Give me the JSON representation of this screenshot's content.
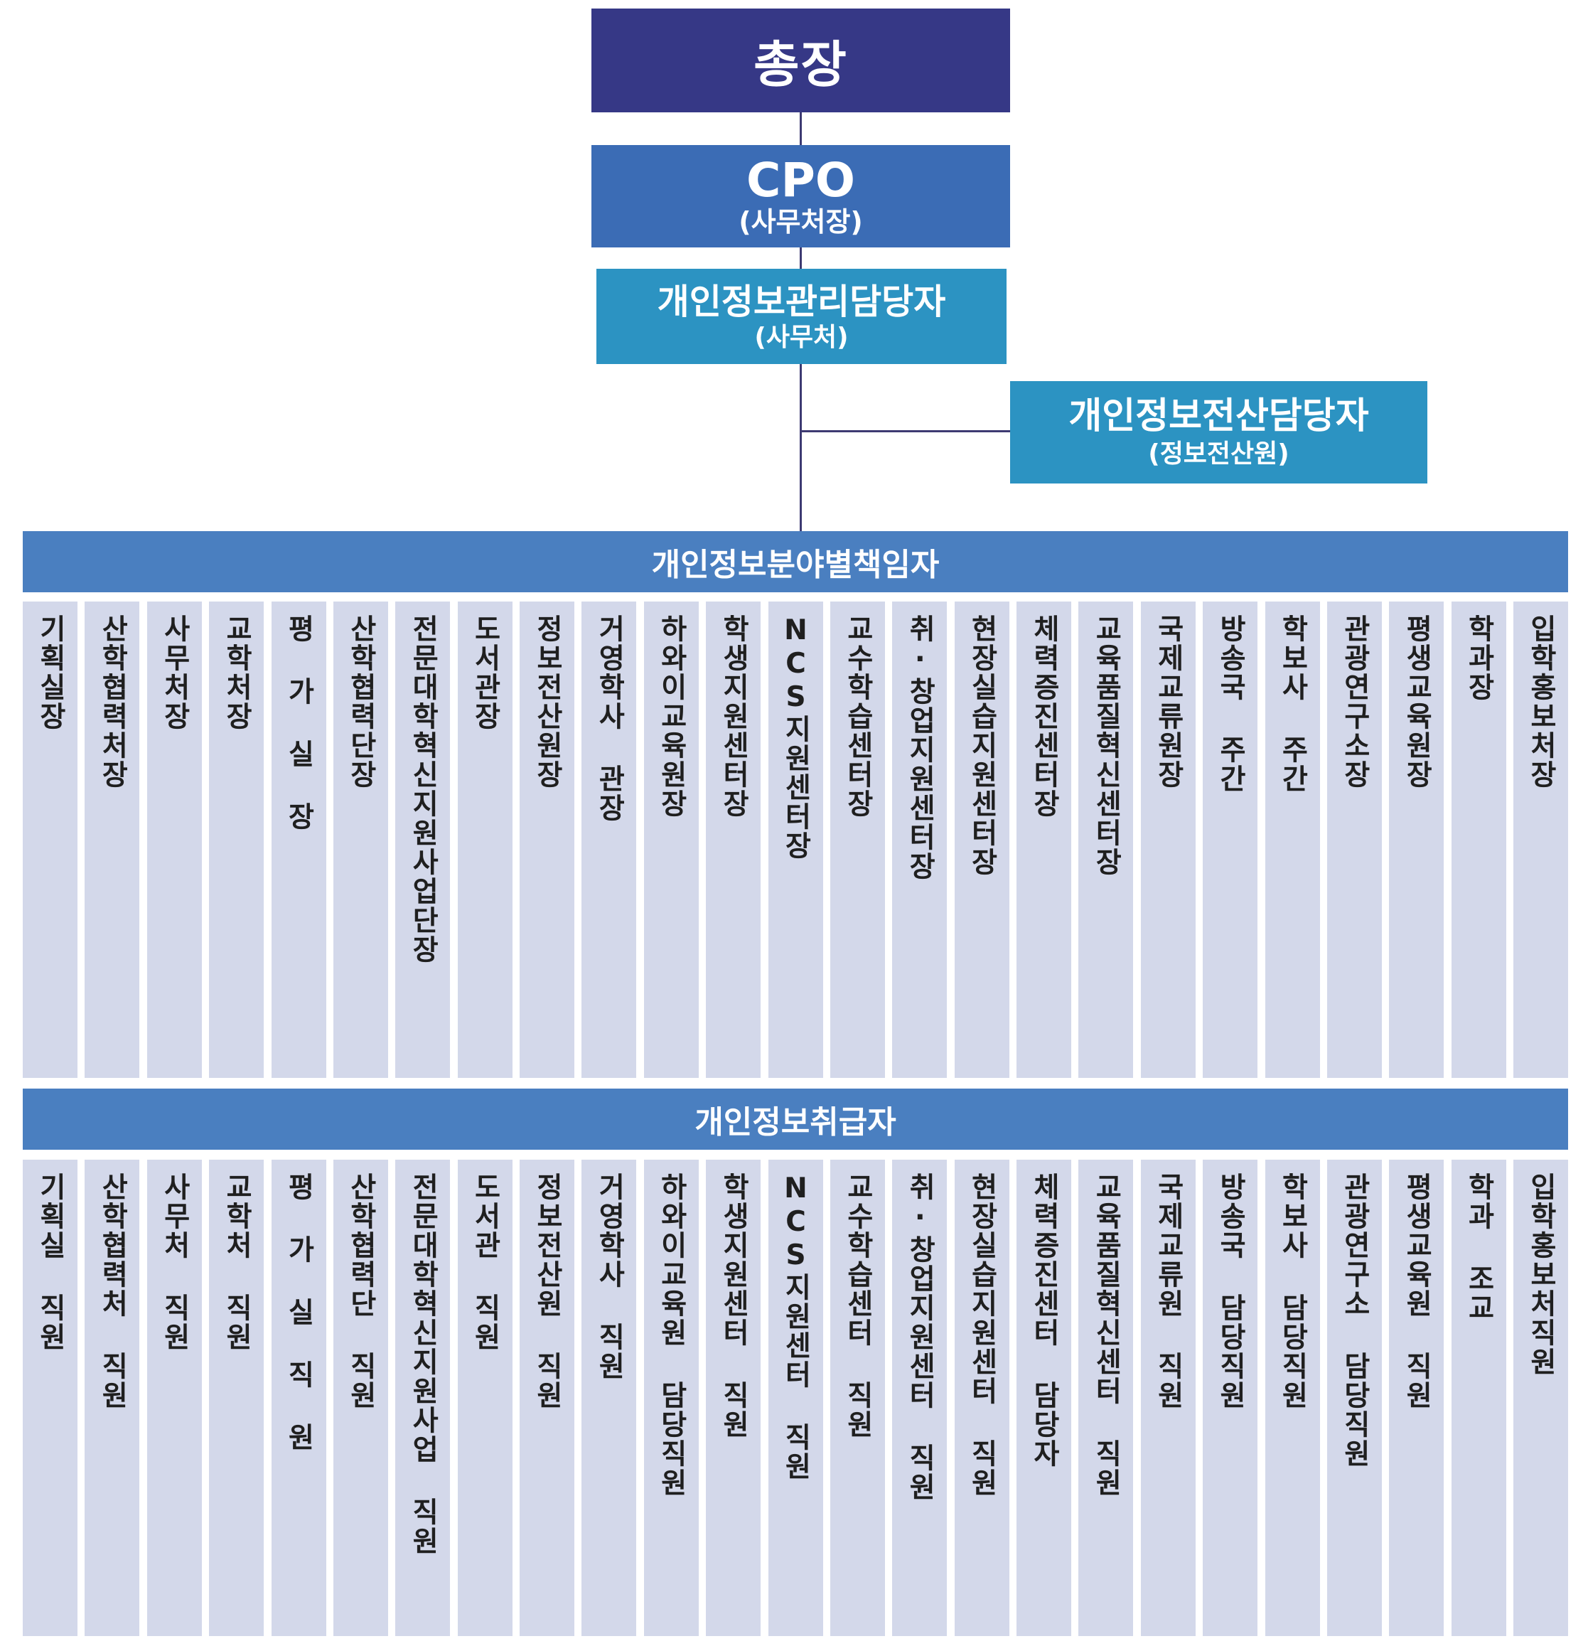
{
  "president": {
    "title": "총장"
  },
  "cpo": {
    "title": "CPO",
    "subtitle": "(사무처장)"
  },
  "privacy_manager": {
    "title": "개인정보관리담당자",
    "subtitle": "(사무처)"
  },
  "it_manager": {
    "title": "개인정보전산담당자",
    "subtitle": "(정보전산원)"
  },
  "field_officers": {
    "title": "개인정보분야별책임자",
    "items": [
      "기획실장",
      "산학협력처장",
      "사무처장",
      "교학처장",
      "평 가 실 장",
      "산학협력단장",
      "전문대학혁신지원사업단장",
      "도서관장",
      "정보전산원장",
      "거영학사 관장",
      "하와이교육원장",
      "학생지원센터장",
      "NCS지원센터장",
      "교수학습센터장",
      "취·창업지원센터장",
      "현장실습지원센터장",
      "체력증진센터장",
      "교육품질혁신센터장",
      "국제교류원장",
      "방송국 주간",
      "학보사 주간",
      "관광연구소장",
      "평생교육원장",
      "학과장",
      "입학홍보처장"
    ]
  },
  "handlers": {
    "title": "개인정보취급자",
    "items": [
      "기획실 직원",
      "산학협력처 직원",
      "사무처 직원",
      "교학처 직원",
      "평 가 실 직 원",
      "산학협력단 직원",
      "전문대학혁신지원사업 직원",
      "도서관 직원",
      "정보전산원 직원",
      "거영학사 직원",
      "하와이교육원 담당직원",
      "학생지원센터 직원",
      "NCS지원센터 직원",
      "교수학습센터 직원",
      "취·창업지원센터 직원",
      "현장실습지원센터 직원",
      "체력증진센터 담당자",
      "교육품질혁신센터 직원",
      "국제교류원 직원",
      "방송국 담당직원",
      "학보사 담당직원",
      "관광연구소 담당직원",
      "평생교육원 직원",
      "학과 조교",
      "입학홍보처직원"
    ]
  },
  "colors": {
    "president": "#363886",
    "cpo": "#3b6cb5",
    "manager": "#2c93c2",
    "band": "#4a7fc0",
    "column": "#d3d8ea",
    "connector": "#3d3a72"
  }
}
